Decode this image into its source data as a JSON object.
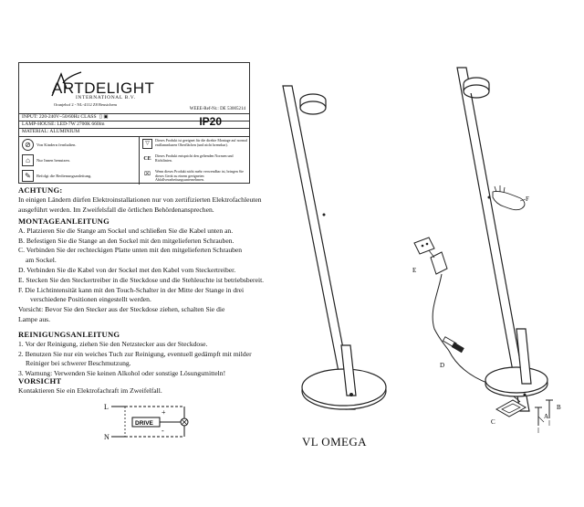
{
  "label": {
    "brand": "ARTDELIGHT",
    "brand_sub": "INTERNATIONAL B.V.",
    "address": "Oranjehof 2 - NL-4112 Z8 Beusichem",
    "weee": "WEEE-Ref-Nr.: DE 53005214",
    "input": "INPUT: 220-240V~50/60Hz CLASS",
    "lamp_house": "LAMP-HOUSE: LED-7W 2700K 660lm",
    "material": "MATERIAL: ALUMINIUM",
    "ip": "IP20",
    "symbols": [
      "Von Kindern fernhalten.",
      "Nur Innen benutzen.",
      "Befolgt die Bedienungsanleitung."
    ],
    "notes": [
      "Dieses Produkt ist geeignet für die direkte Montage auf normal entflammbaren Oberflächen (und nicht brennbar).",
      "Dieses Produkt entspricht den geltenden Normen und Richtlinien.",
      "Wenn dieses Produkt nicht mehr verwendbar ist, bringen Sie dieses Gerät zu einem geeigneten Abfallverarbeitungsunternehmen."
    ]
  },
  "warning": {
    "heading": "ACHTUNG:",
    "lines": [
      "In einigen Ländern dürfen Elektroinstallationen nur von zertifizierten Elektrofachleuten",
      "ausgeführt werden. Im Zweifelsfall die örtlichen Behördenansprechen."
    ]
  },
  "assembly": {
    "heading": "MONTAGEANLEITUNG",
    "lines": [
      "A. Platzieren Sie die Stange am Sockel und schließen Sie die Kabel unten an.",
      "B. Befestigen Sie die Stange an den Sockel mit den mitgelieferten Schrauben.",
      "C. Verbinden Sie der rechteckigen Platte unten mit den mitgelieferten Schrauben",
      "am Sockel.",
      "D. Verbinden Sie die Kabel von der Sockel met den Kabel vom Steckertreiber.",
      "E. Stecken Sie den Steckertreiber in die Steckdose und die Stehleuchte ist betriebsbereit.",
      "F. Die Lichtintensität kann mit den Touch-Schalter in der Mitte der Stange in drei",
      "verschiedene Positionen eingestellt werden.",
      "Vorsicht: Bevor Sie den Stecker aus der Steckdose ziehen, schalten Sie die",
      "Lampe aus."
    ]
  },
  "cleaning": {
    "heading": "REINIGUNGSANLEITUNG",
    "lines": [
      "1. Vor der Reinigung, ziehen Sie den Netzstecker aus der Steckdose.",
      "2. Benutzen Sie nur ein weiches Tuch zur Reinigung, eventuell gedämpft mit milder",
      "Reiniger bei schwerer Beschmutzung.",
      "3. Warnung: Verwenden Sie keinen Alkohol oder sonstige Lösungsmitteln!"
    ]
  },
  "caution": {
    "heading": "VORSICHT",
    "lines": [
      "Kontaktieren Sie ein Elektrofachraft im Zweifelfall."
    ]
  },
  "circuit": {
    "l": "L",
    "n": "N",
    "drive": "DRIVE",
    "plus": "+",
    "minus": "-"
  },
  "diagram": {
    "labels": {
      "a": "A",
      "b": "B",
      "c": "C",
      "d": "D",
      "e": "E",
      "f": "F"
    },
    "model": "VL OMEGA"
  }
}
